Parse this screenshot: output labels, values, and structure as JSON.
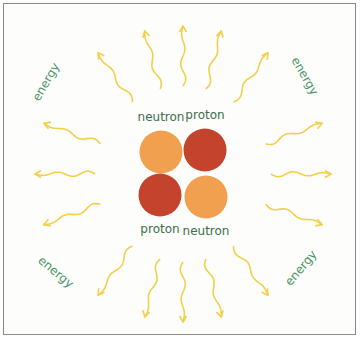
{
  "diagram": {
    "nodes": [
      {
        "text": [
          "neutron"
        ]
      },
      {
        "text": [
          "proton"
        ]
      },
      {
        "text": [
          "proton"
        ]
      },
      {
        "text": [
          "neutron"
        ]
      }
    ],
    "labels": [
      "energy",
      "energy",
      "energy",
      "energy"
    ]
  }
}
